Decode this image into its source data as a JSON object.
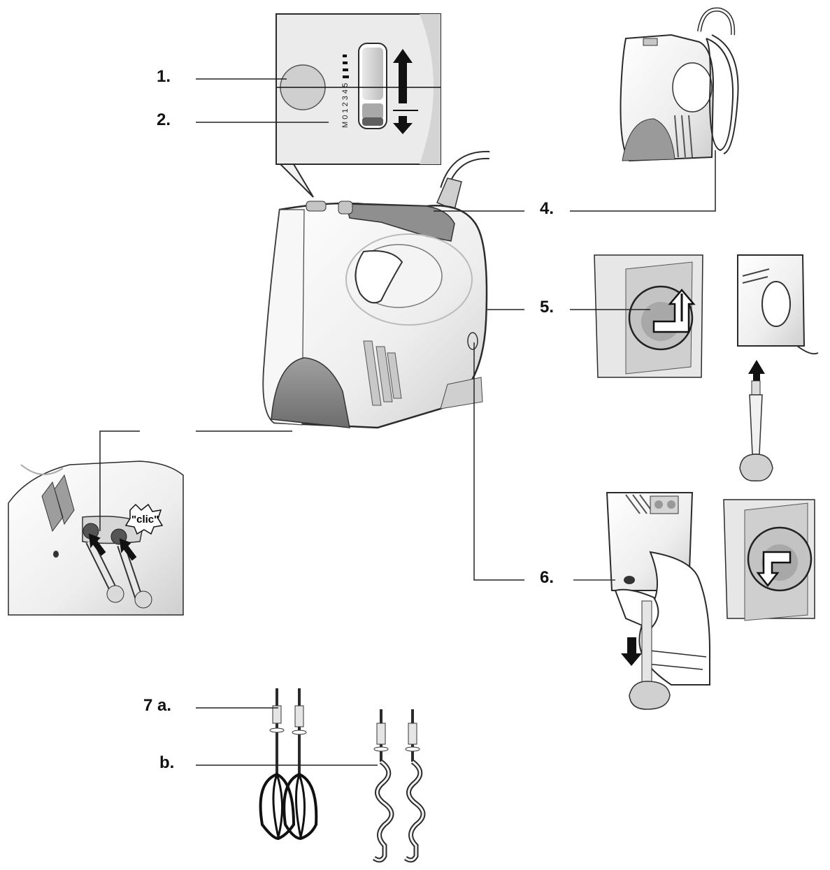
{
  "labels": {
    "l1": "1.",
    "l2": "2.",
    "l4": "4.",
    "l5": "5.",
    "l6": "6.",
    "l7a": "7 a.",
    "lb": "b."
  },
  "speed_scale": [
    "M",
    "0",
    "1",
    "2",
    "3",
    "4",
    "5"
  ],
  "clic_text": "\"clic\"",
  "colors": {
    "outline": "#2b2b2b",
    "body_light": "#f2f2f2",
    "body_mid": "#d9d9d9",
    "body_dark": "#9e9e9e",
    "accent_dark": "#6e6e6e"
  }
}
